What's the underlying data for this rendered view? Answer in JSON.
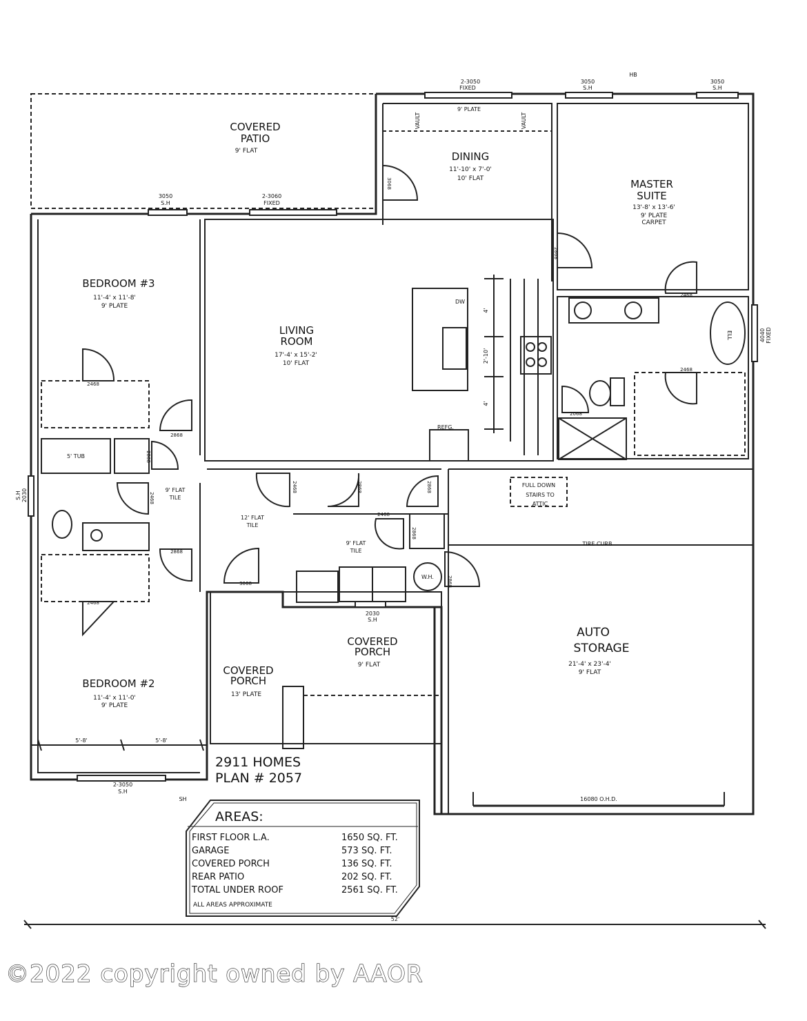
{
  "plan": {
    "builder": "2911 HOMES",
    "plan_no": "PLAN # 2057",
    "overall_dim": "52'"
  },
  "rooms": {
    "covered_patio": {
      "name1": "COVERED",
      "name2": "PATIO",
      "sub1": "9' FLAT"
    },
    "dining": {
      "name1": "DINING",
      "sub1": "11'-10' x 7'-0'",
      "sub2": "10' FLAT"
    },
    "master": {
      "name1": "MASTER",
      "name2": "SUITE",
      "sub1": "13'-8' x 13'-6'",
      "sub2": "9' PLATE",
      "sub3": "CARPET"
    },
    "bedroom3": {
      "name1": "BEDROOM #3",
      "sub1": "11'-4' x 11'-8'",
      "sub2": "9' PLATE"
    },
    "living": {
      "name1": "LIVING",
      "name2": "ROOM",
      "sub1": "17'-4' x 15'-2'",
      "sub2": "10' FLAT"
    },
    "bedroom2": {
      "name1": "BEDROOM #2",
      "sub1": "11'-4' x 11'-0'",
      "sub2": "9' PLATE"
    },
    "auto_storage": {
      "name1": "AUTO",
      "name2": "STORAGE",
      "sub1": "21'-4' x 23'-4'",
      "sub2": "9' FLAT"
    },
    "covered_porch_front": {
      "name1": "COVERED",
      "name2": "PORCH",
      "sub1": "9' FLAT"
    },
    "covered_porch_entry": {
      "name1": "COVERED",
      "name2": "PORCH",
      "sub1": "13' PLATE"
    }
  },
  "notes": {
    "vault_left": "VAULT",
    "vault_right": "VAULT",
    "plate_9": "9' PLATE",
    "dw": "DW",
    "refg": "REFG.",
    "tub": "5' TUB",
    "tile_9_flat": "9' FLAT",
    "tile": "TILE",
    "hall_12_flat": "12' FLAT",
    "hall_tile": "TILE",
    "laundry_9_flat": "9' FLAT",
    "laundry_tile": "TILE",
    "attic1": "FULL DOWN",
    "attic2": "STAIRS TO",
    "attic3": "ATTIC",
    "tire_curb": "TIRE CURB",
    "garage_door": "16080 O.H.D.",
    "wh": "W.H.",
    "ell": "ELL",
    "ht": "HB",
    "sh_label": "SH",
    "dim_4a": "4'",
    "dim_210": "2'-10'",
    "dim_4b": "4'",
    "dim_58a": "5'-8'",
    "dim_58b": "5'-8'"
  },
  "windows": {
    "w_dining": [
      "2-3050",
      "FIXED"
    ],
    "w_master1": [
      "3050",
      "S.H"
    ],
    "w_master2": [
      "3050",
      "S.H"
    ],
    "w_patio1": [
      "3050",
      "S.H"
    ],
    "w_patio2": [
      "2-3060",
      "FIXED"
    ],
    "w_bath": [
      "2030",
      "S.H"
    ],
    "w_masterbath": [
      "4040",
      "FIXED"
    ],
    "w_laundry": [
      "2030",
      "S.H"
    ],
    "w_bed2": [
      "2-3050",
      "S.H"
    ]
  },
  "doors": {
    "d1": "3068",
    "d2": "2868",
    "d3": "2468",
    "d4": "2468",
    "d5": "2468",
    "d6": "2868",
    "d7": "2868",
    "d8": "2068",
    "d9": "2468",
    "d10": "2468",
    "d11": "2868",
    "d12": "2868",
    "d13": "2468",
    "d14": "2868",
    "d15": "3068",
    "d16": "2868",
    "d17": "2868",
    "d18": "2468"
  },
  "areas": {
    "title": "AREAS:",
    "rows": [
      {
        "label": "FIRST FLOOR L.A.",
        "value": "1650 SQ. FT."
      },
      {
        "label": "GARAGE",
        "value": "573 SQ. FT."
      },
      {
        "label": "COVERED PORCH",
        "value": "136 SQ. FT."
      },
      {
        "label": "REAR PATIO",
        "value": "202 SQ. FT."
      },
      {
        "label": "TOTAL UNDER ROOF",
        "value": "2561 SQ. FT."
      }
    ],
    "note": "ALL AREAS APPROXIMATE"
  },
  "copyright": "©2022 copyright owned by AAOR"
}
